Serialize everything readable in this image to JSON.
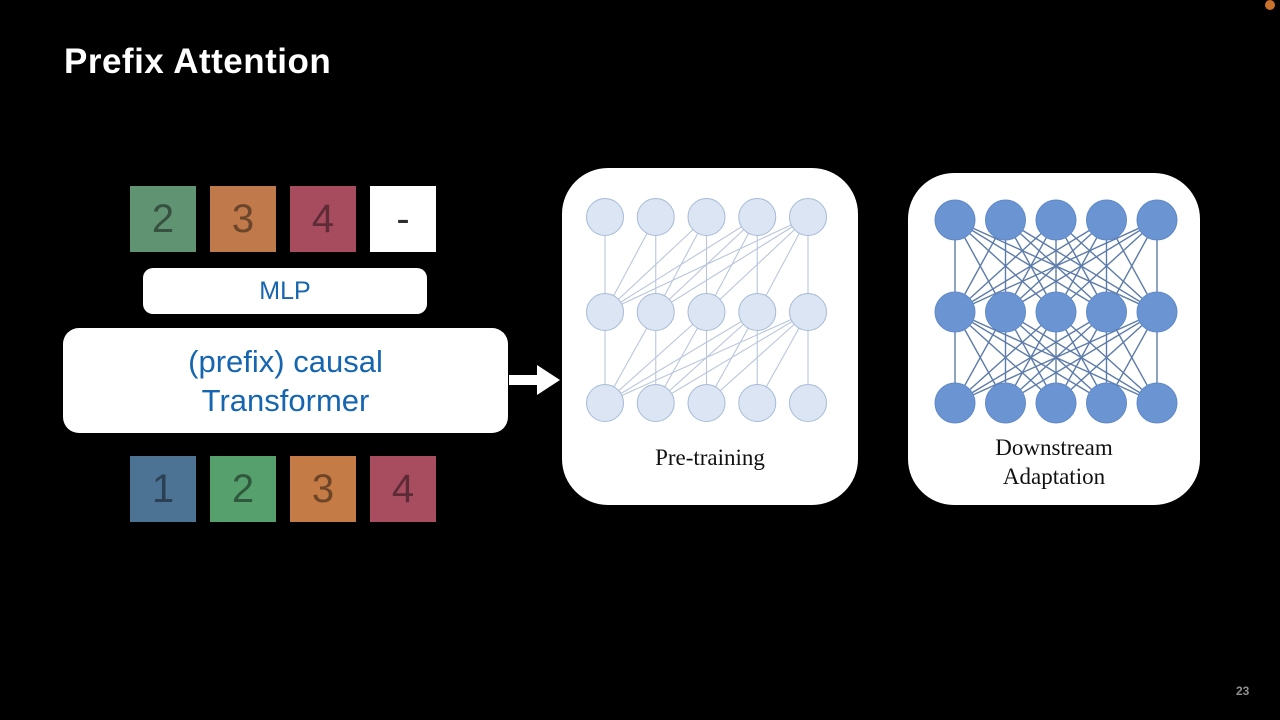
{
  "slide": {
    "title": "Prefix Attention",
    "page_number": "23"
  },
  "recording_indicator": {
    "color": "#c9722e"
  },
  "accent_text_blue": "#1565b0",
  "pipeline": {
    "tokens_top": [
      {
        "label": "2",
        "color": "#5f9372",
        "text_color": "#38503f"
      },
      {
        "label": "3",
        "color": "#c0794b",
        "text_color": "#6b462b"
      },
      {
        "label": "4",
        "color": "#a74b5e",
        "text_color": "#5d2c37"
      },
      {
        "label": "-",
        "color": "#ffffff",
        "text_color": "#2e2e2e"
      }
    ],
    "mlp_label": "MLP",
    "transformer_line1": "(prefix) causal",
    "transformer_line2": "Transformer",
    "tokens_bottom": [
      {
        "label": "1",
        "color": "#4d7394",
        "text_color": "#2b4052"
      },
      {
        "label": "2",
        "color": "#55a06c",
        "text_color": "#2f583c"
      },
      {
        "label": "3",
        "color": "#c57b45",
        "text_color": "#6d4527"
      },
      {
        "label": "4",
        "color": "#a84c60",
        "text_color": "#5d2b36"
      }
    ]
  },
  "networks": [
    {
      "label_lines": [
        "Pre-training"
      ],
      "pattern": "causal",
      "rows": 3,
      "cols": 5,
      "node_fill": "#dbe5f4",
      "node_stroke": "#a7bbd7",
      "line_color": "#b9c6db"
    },
    {
      "label_lines": [
        "Downstream",
        "Adaptation"
      ],
      "pattern": "full",
      "rows": 3,
      "cols": 5,
      "node_fill": "#6b94d2",
      "node_stroke": "#6089c8",
      "line_color": "#5c7ba9"
    }
  ]
}
